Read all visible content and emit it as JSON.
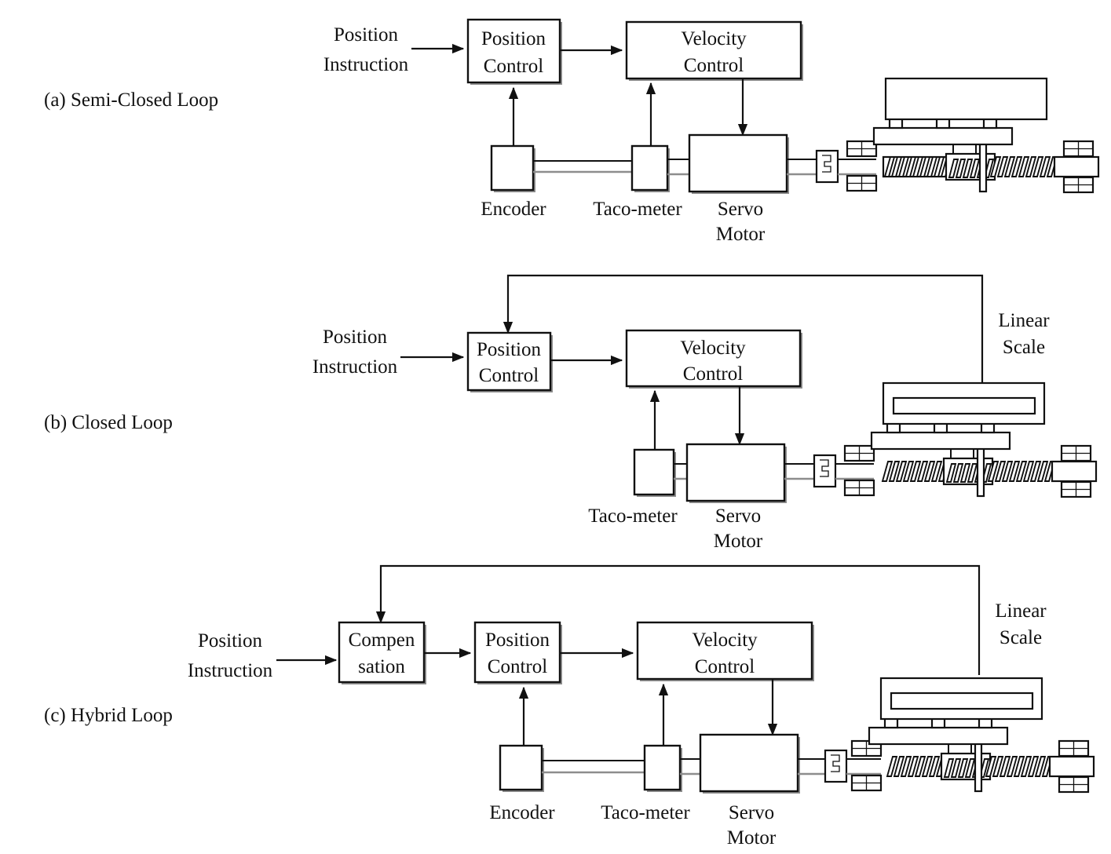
{
  "figure": {
    "panels": [
      {
        "id": "a",
        "caption": "(a) Semi-Closed Loop",
        "input_label_line1": "Position",
        "input_label_line2": "Instruction",
        "blocks": [
          {
            "name": "position-control",
            "line1": "Position",
            "line2": "Control"
          },
          {
            "name": "velocity-control",
            "line1": "Velocity",
            "line2": "Control"
          }
        ],
        "parts": [
          {
            "name": "encoder",
            "line1": "Encoder",
            "line2": ""
          },
          {
            "name": "taco-meter",
            "line1": "Taco-meter",
            "line2": ""
          },
          {
            "name": "servo-motor",
            "line1": "Servo",
            "line2": "Motor"
          }
        ],
        "feedback_source": "encoder",
        "has_linear_scale": false,
        "linear_scale_label_line1": "",
        "linear_scale_label_line2": ""
      },
      {
        "id": "b",
        "caption": "(b) Closed Loop",
        "input_label_line1": "Position",
        "input_label_line2": "Instruction",
        "blocks": [
          {
            "name": "position-control",
            "line1": "Position",
            "line2": "Control"
          },
          {
            "name": "velocity-control",
            "line1": "Velocity",
            "line2": "Control"
          }
        ],
        "parts": [
          {
            "name": "taco-meter",
            "line1": "Taco-meter",
            "line2": ""
          },
          {
            "name": "servo-motor",
            "line1": "Servo",
            "line2": "Motor"
          }
        ],
        "feedback_source": "linear-scale",
        "has_linear_scale": true,
        "linear_scale_label_line1": "Linear",
        "linear_scale_label_line2": "Scale"
      },
      {
        "id": "c",
        "caption": "(c) Hybrid Loop",
        "input_label_line1": "Position",
        "input_label_line2": "Instruction",
        "blocks": [
          {
            "name": "compensation",
            "line1": "Compen",
            "line2": "sation"
          },
          {
            "name": "position-control",
            "line1": "Position",
            "line2": "Control"
          },
          {
            "name": "velocity-control",
            "line1": "Velocity",
            "line2": "Control"
          }
        ],
        "parts": [
          {
            "name": "encoder",
            "line1": "Encoder",
            "line2": ""
          },
          {
            "name": "taco-meter",
            "line1": "Taco-meter",
            "line2": ""
          },
          {
            "name": "servo-motor",
            "line1": "Servo",
            "line2": "Motor"
          }
        ],
        "feedback_source": "linear-scale",
        "has_linear_scale": true,
        "linear_scale_label_line1": "Linear",
        "linear_scale_label_line2": "Scale"
      }
    ],
    "colors": {
      "line": "#111111",
      "shadow": "#8d8d8d",
      "background": "#ffffff"
    }
  }
}
